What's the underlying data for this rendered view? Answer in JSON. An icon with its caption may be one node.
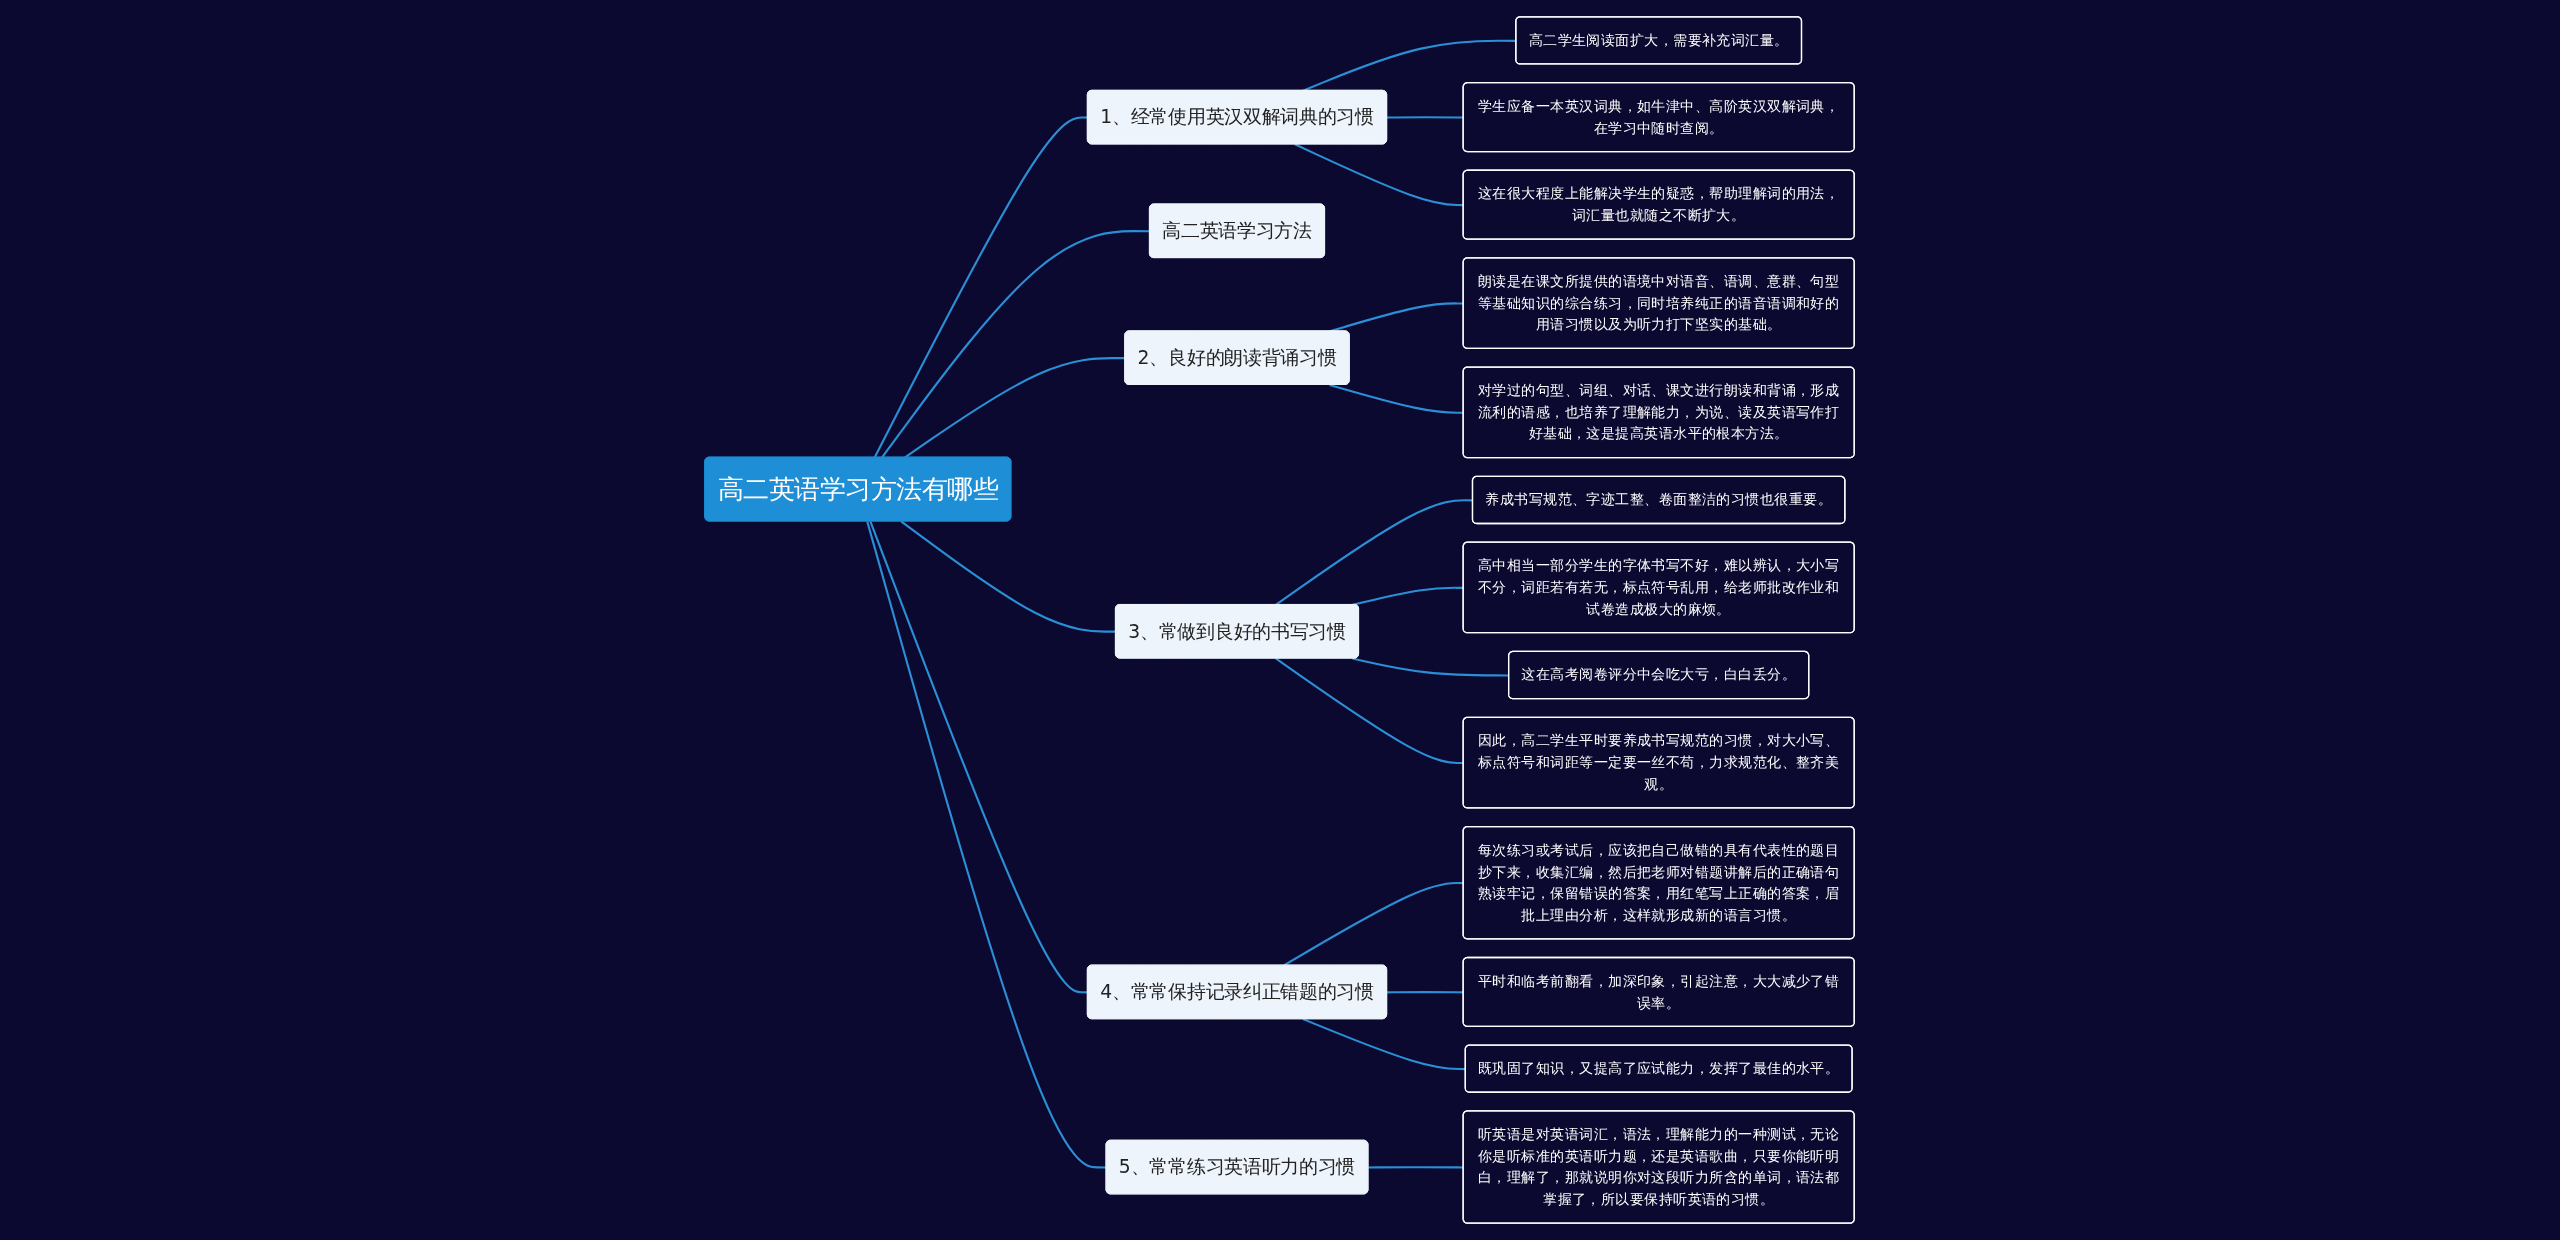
{
  "diagram": {
    "nodes": [
      {
        "text": [
          "高二英语学习方法有哪些"
        ]
      },
      {
        "text": [
          "1、经常使用英汉双解词典的习惯"
        ]
      },
      {
        "text": [
          "高二学生阅读面扩大，需要补充词汇量。"
        ]
      },
      {
        "text": [
          "学生应备一本英汉词典，如牛津中、高阶英汉双解词典，在学习中随时查阅。"
        ]
      },
      {
        "text": [
          "这在很大程度上能解决学生的疑惑，帮助理解词的用法，词汇量也就随之不断扩大。"
        ]
      },
      {
        "text": [
          "高二英语学习方法"
        ]
      },
      {
        "text": [
          "2、良好的朗读背诵习惯"
        ]
      },
      {
        "text": [
          "朗读是在课文所提供的语境中对语音、语调、意群、句型等基础知识的综合练习，同时培养纯正的语音语调和好的用语习惯以及为听力打下坚实的基础。"
        ]
      },
      {
        "text": [
          "对学过的句型、词组、对话、课文进行朗读和背诵，形成流利的语感，也培养了理解能力，为说、读及英语写作打好基础，这是提高英语水平的根本方法。"
        ]
      },
      {
        "text": [
          "3、常做到良好的书写习惯"
        ]
      },
      {
        "text": [
          "养成书写规范、字迹工整、卷面整洁的习惯也很重要。"
        ]
      },
      {
        "text": [
          "高中相当一部分学生的字体书写不好，难以辨认，大小写不分，词距若有若无，标点符号乱用，给老师批改作业和试卷造成极大的麻烦。"
        ]
      },
      {
        "text": [
          "这在高考阅卷评分中会吃大亏，白白丢分。"
        ]
      },
      {
        "text": [
          "因此，高二学生平时要养成书写规范的习惯，对大小写、标点符号和词距等一定要一丝不苟，力求规范化、整齐美观。"
        ]
      },
      {
        "text": [
          "4、常常保持记录纠正错题的习惯"
        ]
      },
      {
        "text": [
          "每次练习或考试后，应该把自己做错的具有代表性的题目抄下来，收集汇编，然后把老师对错题讲解后的正确语句熟读牢记，保留错误的答案，用红笔写上正确的答案，眉批上理由分析，这样就形成新的语言习惯。"
        ]
      },
      {
        "text": [
          "平时和临考前翻看，加深印象，引起注意，大大减少了错误率。"
        ]
      },
      {
        "text": [
          "既巩固了知识，又提高了应试能力，发挥了最佳的水平。"
        ]
      },
      {
        "text": [
          "5、常常练习英语听力的习惯"
        ]
      },
      {
        "text": [
          "听英语是对英语词汇，语法，理解能力的一种测试，无论你是听标准的英语听力题，还是英语歌曲，只要你能听明白，理解了，那就说明你对这段听力所含的单词，语法都掌握了，所以要保持听英语的习惯。"
        ]
      }
    ],
    "edges": [
      {
        "from": 0,
        "to": 1,
        "arrow": "none"
      },
      {
        "from": 1,
        "to": 2,
        "arrow": "none"
      },
      {
        "from": 1,
        "to": 3,
        "arrow": "none"
      },
      {
        "from": 1,
        "to": 4,
        "arrow": "none"
      },
      {
        "from": 0,
        "to": 5,
        "arrow": "none"
      },
      {
        "from": 0,
        "to": 6,
        "arrow": "none"
      },
      {
        "from": 6,
        "to": 7,
        "arrow": "none"
      },
      {
        "from": 6,
        "to": 8,
        "arrow": "none"
      },
      {
        "from": 0,
        "to": 9,
        "arrow": "none"
      },
      {
        "from": 9,
        "to": 10,
        "arrow": "none"
      },
      {
        "from": 9,
        "to": 11,
        "arrow": "none"
      },
      {
        "from": 9,
        "to": 12,
        "arrow": "none"
      },
      {
        "from": 9,
        "to": 13,
        "arrow": "none"
      },
      {
        "from": 0,
        "to": 14,
        "arrow": "none"
      },
      {
        "from": 14,
        "to": 15,
        "arrow": "none"
      },
      {
        "from": 14,
        "to": 16,
        "arrow": "none"
      },
      {
        "from": 14,
        "to": 17,
        "arrow": "none"
      },
      {
        "from": 0,
        "to": 18,
        "arrow": "none"
      },
      {
        "from": 18,
        "to": 19,
        "arrow": "none"
      }
    ]
  }
}
